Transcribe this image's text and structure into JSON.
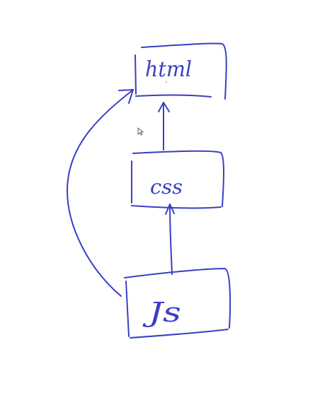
{
  "nodes": {
    "html": {
      "label": "html"
    },
    "css": {
      "label": "css"
    },
    "js": {
      "label": "Js"
    }
  },
  "edges": [
    {
      "from": "css",
      "to": "html"
    },
    {
      "from": "js",
      "to": "css"
    },
    {
      "from": "js",
      "to": "html"
    }
  ],
  "colors": {
    "ink": "#3a3fc4",
    "background": "#ffffff"
  },
  "icons": {
    "cursor": "mouse-pointer-icon"
  }
}
